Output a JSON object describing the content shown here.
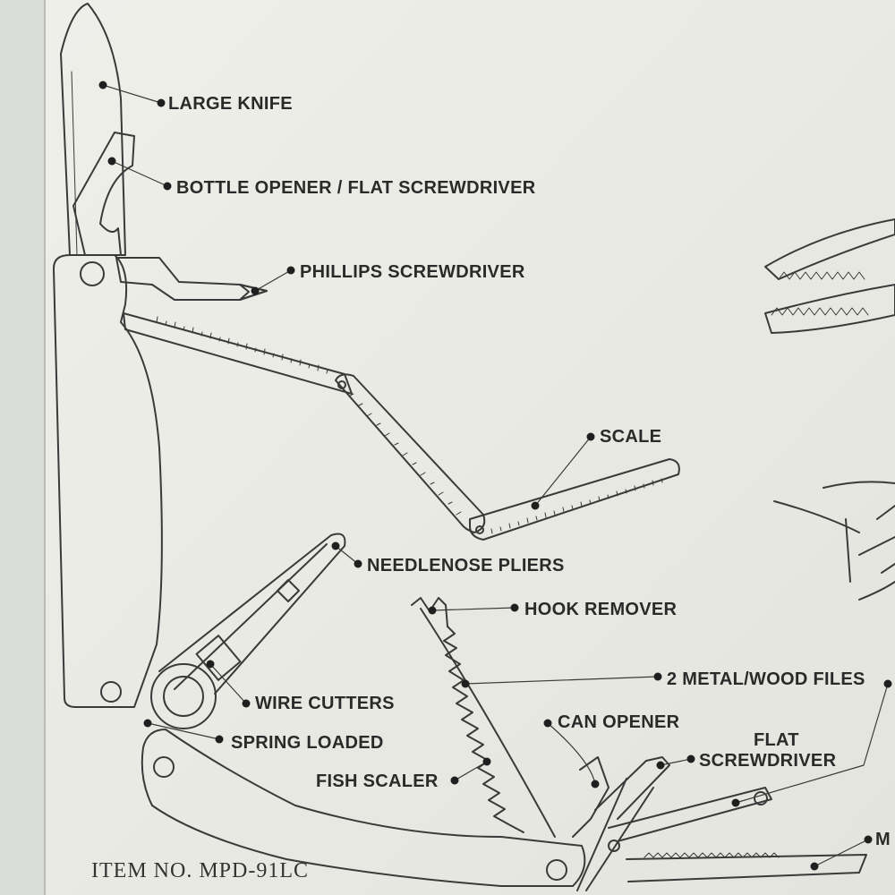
{
  "labels": {
    "large_knife": "LARGE KNIFE",
    "bottle_opener": "BOTTLE OPENER / FLAT SCREWDRIVER",
    "phillips": "PHILLIPS SCREWDRIVER",
    "scale": "SCALE",
    "needlenose": "NEEDLENOSE PLIERS",
    "hook_remover": "HOOK REMOVER",
    "files": "2 METAL/WOOD FILES",
    "wire_cutters": "WIRE CUTTERS",
    "can_opener": "CAN OPENER",
    "flat_sd_line1": "FLAT",
    "flat_sd_line2": "SCREWDRIVER",
    "spring_loaded": "SPRING LOADED",
    "fish_scaler": "FISH SCALER",
    "partial_m": "M"
  },
  "item_number": "ITEM NO. MPD-91LC",
  "colors": {
    "paper": "#ebebe6",
    "line": "#3a3a3a",
    "text": "#2a2a2a"
  }
}
